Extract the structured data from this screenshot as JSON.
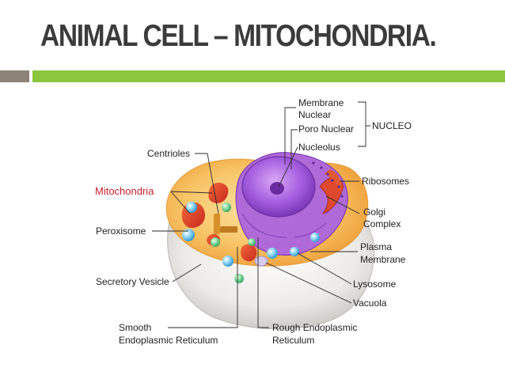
{
  "slide": {
    "title": "ANIMAL CELL – MITOCHONDRIA.",
    "accent_gray": "#8c8277",
    "accent_green": "#8cc63e"
  },
  "labels": {
    "membrane": "Membrane",
    "nuclear": "Nuclear",
    "poro_nuclear": "Poro Nuclear",
    "nucleolus": "Nucleolus",
    "nucleo": "NUCLEO",
    "centrioles": "Centrioles",
    "mitochondria": "Mitochondria",
    "ribosomes": "Ribosomes",
    "golgi_line1": "Golgi",
    "golgi_line2": "Complex",
    "peroxisome": "Peroxisome",
    "plasma_line1": "Plasma",
    "plasma_line2": "Membrane",
    "secretory_vesicle": "Secretory Vesicle",
    "lysosome": "Lysosome",
    "vacuola": "Vacuola",
    "smooth_line1": "Smooth",
    "smooth_line2": "Endoplasmic Reticulum",
    "rough_line1": "Rough Endoplasmic",
    "rough_line2": "Reticulum"
  },
  "colors": {
    "label_highlight": "#c8202b",
    "cytoplasm": "#f5b94a",
    "nucleus": "#9b4fd6",
    "membrane_base": "#e9e9e6"
  }
}
